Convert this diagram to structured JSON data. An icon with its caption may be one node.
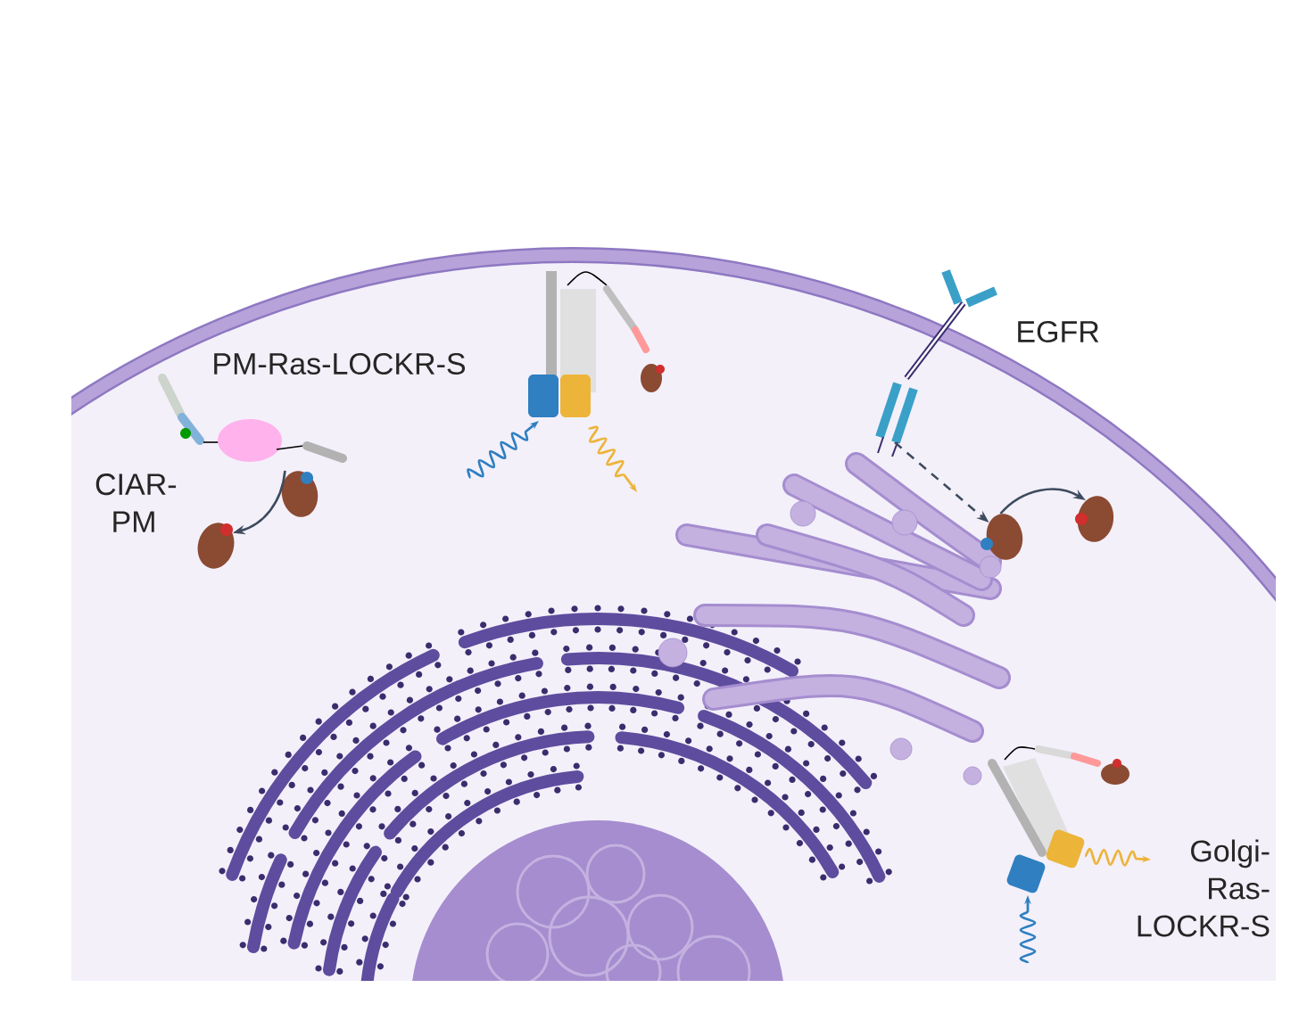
{
  "diagram": {
    "nodes": [
      {
        "text": [],
        "shape": "circle"
      },
      {
        "text": [],
        "shape": "circle"
      },
      {
        "text": [],
        "shape": "picture",
        "beside": [
          "EGFR"
        ]
      },
      {
        "text": [],
        "shape": "circle"
      },
      {
        "text": [],
        "shape": "circle"
      }
    ],
    "edges": [
      {
        "from": 0,
        "to": 1,
        "arrow": "to"
      },
      {
        "from": 2,
        "to": 3,
        "arrow": "to",
        "style": "dashed"
      },
      {
        "from": 3,
        "to": 4,
        "arrow": "to"
      }
    ],
    "labels": [
      "PM-Ras-LOCKR-S",
      "CIAR- PM",
      "Golgi- Ras- LOCKR-S"
    ]
  }
}
